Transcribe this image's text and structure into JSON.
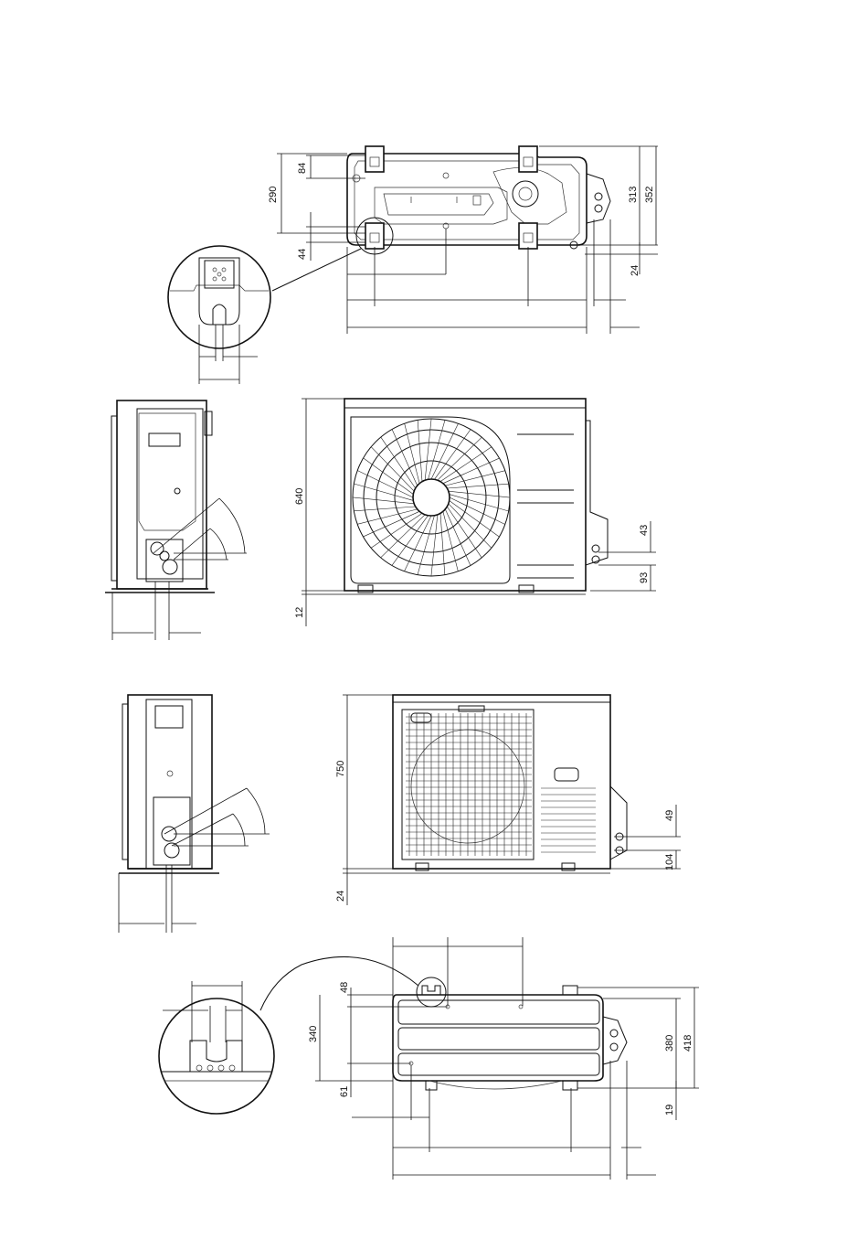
{
  "drawing": {
    "unit_1": {
      "top_view_dims": [
        "84",
        "290",
        "44",
        "313",
        "352",
        "24"
      ],
      "front_view_dims": [
        "640",
        "12",
        "43",
        "93"
      ]
    },
    "unit_2": {
      "front_view_dims": [
        "750",
        "24",
        "49",
        "104"
      ],
      "bottom_view_dims": [
        "48",
        "340",
        "61",
        "380",
        "418",
        "19"
      ]
    }
  }
}
